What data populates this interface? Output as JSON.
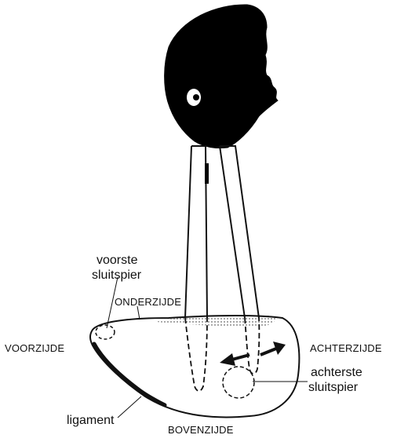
{
  "labels": {
    "voorste_sluitspier": [
      "voorste",
      "sluitspier"
    ],
    "onderzijde": "ONDERZIJDE",
    "voorzijde": "VOORZIJDE",
    "achterzijde": "ACHTERZIJDE",
    "achterste_sluitspier": [
      "achterste",
      "sluitspier"
    ],
    "ligament": "ligament",
    "bovenzijde": "BOVENZIJDE"
  },
  "colors": {
    "ink": "#111111",
    "paper": "#ffffff"
  }
}
